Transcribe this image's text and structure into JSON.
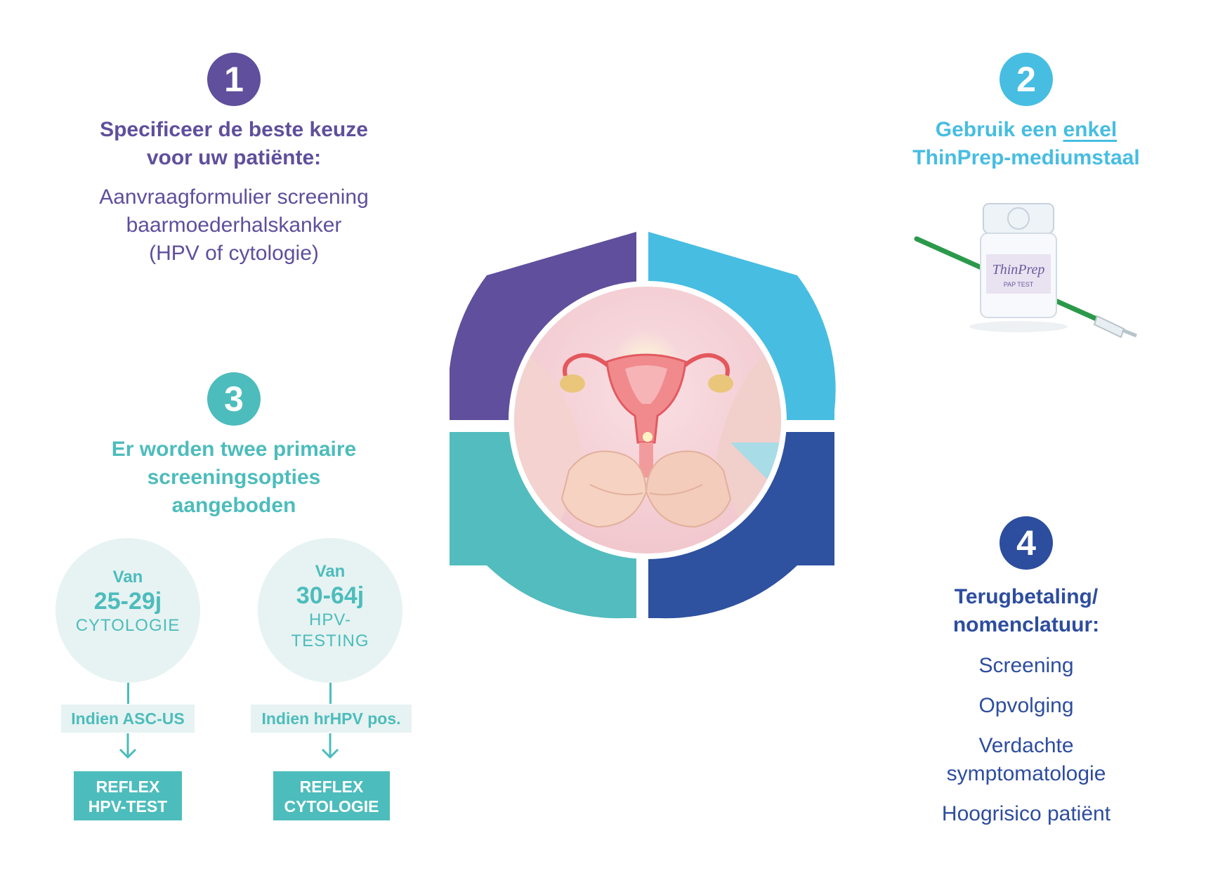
{
  "step1": {
    "number": "1",
    "heading": [
      "Specificeer de beste keuze",
      "voor uw patiënte:"
    ],
    "body": [
      "Aanvraagformulier screening",
      "baarmoederhalskanker",
      "(HPV of cytologie)"
    ]
  },
  "step2": {
    "number": "2",
    "heading_pre": "Gebruik een ",
    "heading_underlined": "enkel",
    "heading_line2": "ThinPrep-mediumstaal",
    "vial_label": "ThinPrep",
    "vial_sublabel": "PAP TEST"
  },
  "step3": {
    "number": "3",
    "heading": [
      "Er worden twee primaire",
      "screeningsopties",
      "aangeboden"
    ],
    "options": [
      {
        "van": "Van",
        "range": "25-29j",
        "kind": [
          "CYTOLOGIE"
        ],
        "condition": "Indien ASC-US",
        "reflex": [
          "REFLEX",
          "HPV-TEST"
        ]
      },
      {
        "van": "Van",
        "range": "30-64j",
        "kind": [
          "HPV-",
          "TESTING"
        ],
        "condition": "Indien hrHPV pos.",
        "reflex": [
          "REFLEX",
          "CYTOLOGIE"
        ]
      }
    ]
  },
  "step4": {
    "number": "4",
    "heading": [
      "Terugbetaling/",
      "nomenclatuur:"
    ],
    "items": [
      [
        "Screening"
      ],
      [
        "Opvolging"
      ],
      [
        "Verdachte",
        "symptomatologie"
      ],
      [
        "Hoogrisico patiënt"
      ]
    ]
  },
  "colors": {
    "purple": "#5f4f9c",
    "sky": "#47bde2",
    "teal": "#4dbcbc",
    "navy": "#2d4d9e",
    "pale_teal": "#e6f3f2"
  },
  "icons": [
    "uterus-illustration",
    "cupped-hands-illustration",
    "thinprep-vial-illustration",
    "cervical-brush-illustration",
    "down-arrow-icon"
  ]
}
